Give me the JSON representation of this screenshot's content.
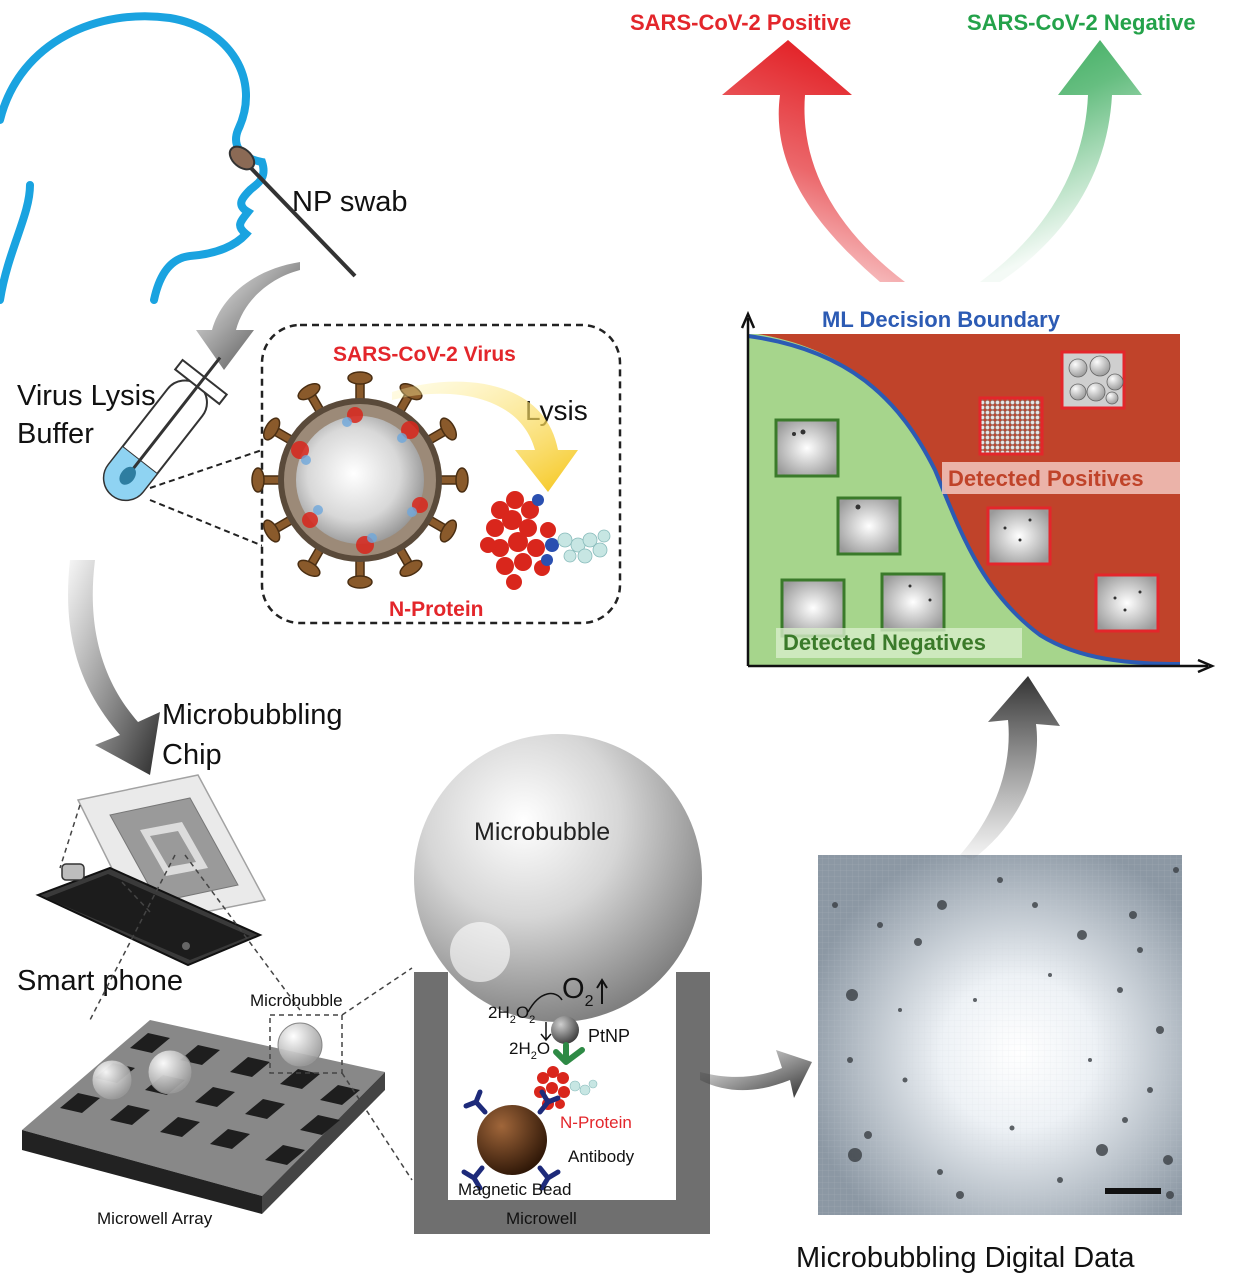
{
  "colors": {
    "face_outline": "#1aa3e0",
    "positive_red": "#e3262b",
    "negative_green": "#24a24a",
    "region_red": "#c0432a",
    "region_green": "#a6d58c",
    "boundary_blue": "#2c5bb4",
    "virus_brown": "#8a5a2b",
    "protein_red": "#d9261c",
    "lysis_yellow": "#f5c518",
    "swab_brown": "#8b6a55",
    "bead_brown": "#5a2e10",
    "antibody_navy": "#1d2a7a",
    "antibody_green": "#2e8a45",
    "tube_fluid": "#8fd3f2",
    "well_gray": "#6f6f6f",
    "arrow_gray": "#4a4a4a"
  },
  "labels": {
    "outcome_positive": "SARS-CoV-2 Positive",
    "outcome_negative": "SARS-CoV-2 Negative",
    "np_swab": "NP swab",
    "virus_lysis_line1": "Virus Lysis",
    "virus_lysis_line2": "Buffer",
    "sars_virus": "SARS-CoV-2 Virus",
    "lysis": "Lysis",
    "n_protein_inset": "N-Protein",
    "ml_boundary": "ML Decision Boundary",
    "detected_positives": "Detected Positives",
    "detected_negatives": "Detected Negatives",
    "microbubbling_chip_line1": "Microbubbling",
    "microbubbling_chip_line2": "Chip",
    "smart_phone": "Smart phone",
    "microbubble_array_label": "Microbubble",
    "microwell_array": "Microwell Array",
    "microbubble_big": "Microbubble",
    "reaction_h2o2_main": "2H",
    "reaction_h2o2_sub1": "2",
    "reaction_h2o2_mid": "O",
    "reaction_h2o2_sub2": "2",
    "reaction_o2_main": "O",
    "reaction_o2_sub": "2",
    "reaction_h2o_main": "2H",
    "reaction_h2o_sub": "2",
    "reaction_h2o_end": "O",
    "ptnp": "PtNP",
    "n_protein_well": "N-Protein",
    "antibody": "Antibody",
    "magnetic_bead": "Magnetic Bead",
    "microwell": "Microwell",
    "digital_data": "Microbubbling Digital Data"
  },
  "icons": {
    "face": "head-profile-outline-icon",
    "swab": "nasopharyngeal-swab-icon",
    "tube": "lysis-tube-icon",
    "virus": "coronavirus-particle-icon",
    "protein": "n-protein-molecule-icon",
    "chip": "microbubbling-chip-icon",
    "phone": "smartphone-icon",
    "array": "microwell-array-icon",
    "bubble": "microbubble-sphere-icon",
    "bead": "magnetic-bead-icon",
    "antibody": "antibody-y-icon",
    "ptnp": "platinum-nanoparticle-icon",
    "scale_bar": "scale-bar-icon"
  }
}
